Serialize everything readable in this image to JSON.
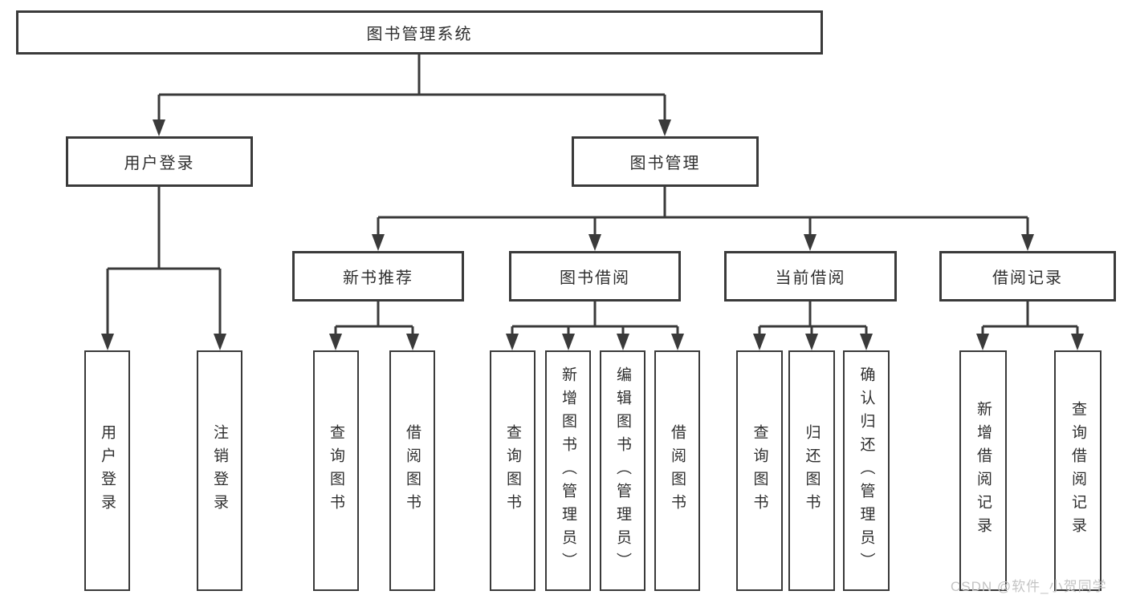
{
  "tree": {
    "root": {
      "label": "图书管理系统"
    },
    "children": [
      {
        "label": "用户登录",
        "children": [
          "用户登录",
          "注销登录"
        ]
      },
      {
        "label": "图书管理",
        "children": [
          {
            "label": "新书推荐",
            "children": [
              "查询图书",
              "借阅图书"
            ]
          },
          {
            "label": "图书借阅",
            "children": [
              "查询图书",
              "新增图书（管理员）",
              "编辑图书（管理员）",
              "借阅图书"
            ]
          },
          {
            "label": "当前借阅",
            "children": [
              "查询图书",
              "归还图书",
              "确认归还（管理员）"
            ]
          },
          {
            "label": "借阅记录",
            "children": [
              "新增借阅记录",
              "查询借阅记录"
            ]
          }
        ]
      }
    ]
  },
  "watermark": "CSDN @软件_小贺同学",
  "colors": {
    "line": "#3a3a3a",
    "text": "#2f2f2f",
    "background": "#ffffff",
    "watermark": "#c4c4c4"
  }
}
